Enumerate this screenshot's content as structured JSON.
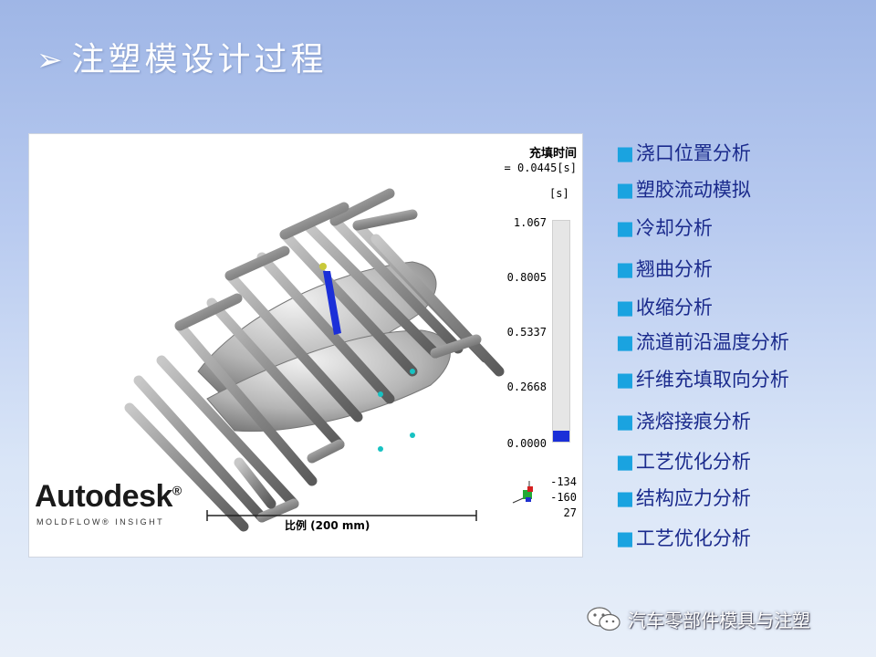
{
  "slide": {
    "title": "注塑模设计过程",
    "title_arrow": "➢"
  },
  "simulation": {
    "result_title": "充填时间",
    "result_value": "= 0.0445[s]",
    "unit": "[s]",
    "ticks": [
      "1.067",
      "0.8005",
      "0.5337",
      "0.2668",
      "0.0000"
    ],
    "fill_level": 0.05,
    "fill_color": "#1b2fd8",
    "rotation": [
      "-134",
      "-160",
      "27"
    ],
    "scale_label": "比例 (200 mm)",
    "brand": "Autodesk",
    "brand_reg": "®",
    "brand_sub": "MOLDFLOW® INSIGHT"
  },
  "analysis_items": [
    "浇口位置分析",
    "塑胶流动模拟",
    "冷却分析",
    "翘曲分析",
    "收缩分析",
    "流道前沿温度分析",
    "纤维充填取向分析",
    "浇熔接痕分析",
    "工艺优化分析",
    "结构应力分析",
    "工艺优化分析"
  ],
  "bullet_symbol": "■",
  "watermark": {
    "text": "汽车零部件模具与注塑",
    "icon": "wechat-icon"
  }
}
